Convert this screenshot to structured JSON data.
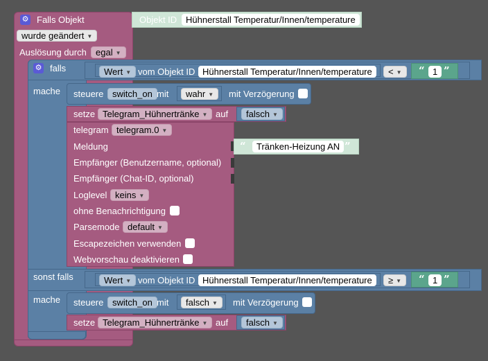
{
  "event_block": {
    "title": "Falls Objekt",
    "object_id_label": "Objekt ID",
    "object_id_value": "Hühnerstall Temperatur/Innen/temperature",
    "change_value": "wurde geändert",
    "trigger_label": "Auslösung durch",
    "trigger_value": "egal"
  },
  "if_block": {
    "falls_label": "falls",
    "mache_label": "mache",
    "sonst_falls_label": "sonst falls",
    "mache2_label": "mache"
  },
  "condition1": {
    "value_dropdown": "Wert",
    "from_object_label": "vom Objekt ID",
    "object_id": "Hühnerstall Temperatur/Innen/temperature",
    "operator": "<",
    "number": "1"
  },
  "control1": {
    "label": "steuere",
    "state": "switch_on",
    "mit_label": "mit",
    "value": "wahr",
    "delay_label": "mit Verzögerung"
  },
  "setze1": {
    "label": "setze",
    "variable": "Telegram_Hühnertränke",
    "auf_label": "auf",
    "value": "falsch"
  },
  "telegram": {
    "label": "telegram",
    "instance": "telegram.0",
    "meldung_label": "Meldung",
    "meldung_value": "Tränken-Heizung AN",
    "empfaenger_user_label": "Empfänger (Benutzername, optional)",
    "empfaenger_chat_label": "Empfänger (Chat-ID, optional)",
    "loglevel_label": "Loglevel",
    "loglevel_value": "keins",
    "ohne_benachrichtigung_label": "ohne Benachrichtigung",
    "parsemode_label": "Parsemode",
    "parsemode_value": "default",
    "escape_label": "Escapezeichen verwenden",
    "webvorschau_label": "Webvorschau deaktivieren"
  },
  "condition2": {
    "value_dropdown": "Wert",
    "from_object_label": "vom Objekt ID",
    "object_id": "Hühnerstall Temperatur/Innen/temperature",
    "operator": "≥",
    "number": "1"
  },
  "control2": {
    "label": "steuere",
    "state": "switch_on",
    "mit_label": "mit",
    "value": "falsch",
    "delay_label": "mit Verzögerung"
  },
  "setze2": {
    "label": "setze",
    "variable": "Telegram_Hühnertränke",
    "auf_label": "auf",
    "value": "falsch"
  },
  "icons": {
    "gear": "gear-icon",
    "dropdown": "chevron-down-icon",
    "open_quote": "“",
    "close_quote": "”"
  },
  "colors": {
    "background": "#555555",
    "event_block": "#a55b80",
    "logic_block": "#5b80a5",
    "text_block": "#cfe6d7",
    "number_block": "#5ba58c",
    "gear": "#5a5ad6"
  }
}
